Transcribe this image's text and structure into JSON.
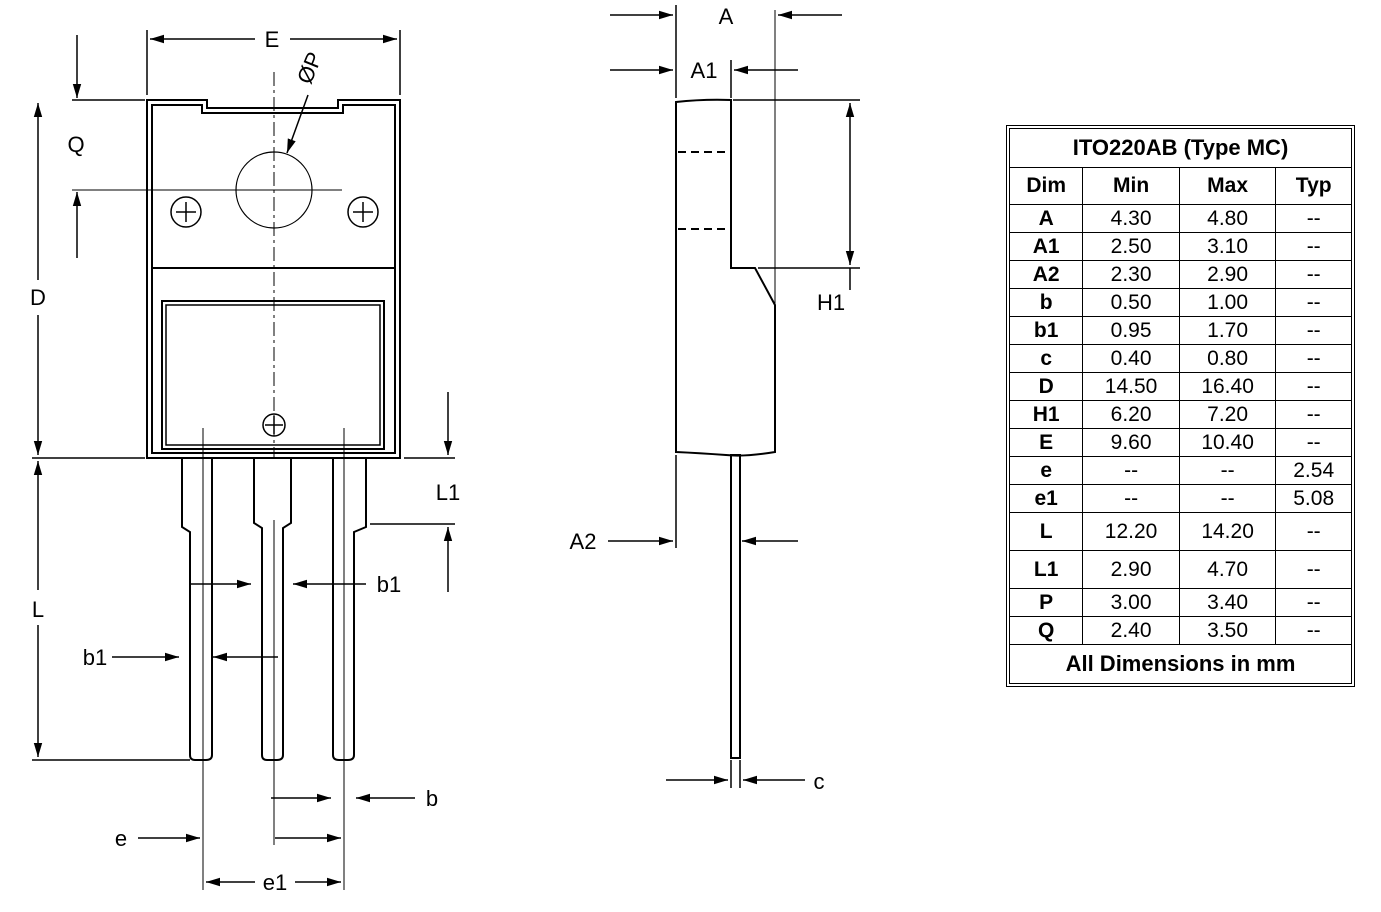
{
  "labels": {
    "E": "E",
    "P": "ØP",
    "Q": "Q",
    "D": "D",
    "L1": "L1",
    "L": "L",
    "b1": "b1",
    "b": "b",
    "e": "e",
    "e1": "e1",
    "A": "A",
    "A1": "A1",
    "A2": "A2",
    "H1": "H1",
    "c": "c"
  },
  "table": {
    "title": "ITO220AB (Type MC)",
    "headers": [
      "Dim",
      "Min",
      "Max",
      "Typ"
    ],
    "rows": [
      [
        "A",
        "4.30",
        "4.80",
        "--"
      ],
      [
        "A1",
        "2.50",
        "3.10",
        "--"
      ],
      [
        "A2",
        "2.30",
        "2.90",
        "--"
      ],
      [
        "b",
        "0.50",
        "1.00",
        "--"
      ],
      [
        "b1",
        "0.95",
        "1.70",
        "--"
      ],
      [
        "c",
        "0.40",
        "0.80",
        "--"
      ],
      [
        "D",
        "14.50",
        "16.40",
        "--"
      ],
      [
        "H1",
        "6.20",
        "7.20",
        "--"
      ],
      [
        "E",
        "9.60",
        "10.40",
        "--"
      ],
      [
        "e",
        "--",
        "--",
        "2.54"
      ],
      [
        "e1",
        "--",
        "--",
        "5.08"
      ],
      [
        "L",
        "12.20",
        "14.20",
        "--"
      ],
      [
        "L1",
        "2.90",
        "4.70",
        "--"
      ],
      [
        "P",
        "3.00",
        "3.40",
        "--"
      ],
      [
        "Q",
        "2.40",
        "3.50",
        "--"
      ]
    ],
    "footer": "All Dimensions in mm"
  }
}
